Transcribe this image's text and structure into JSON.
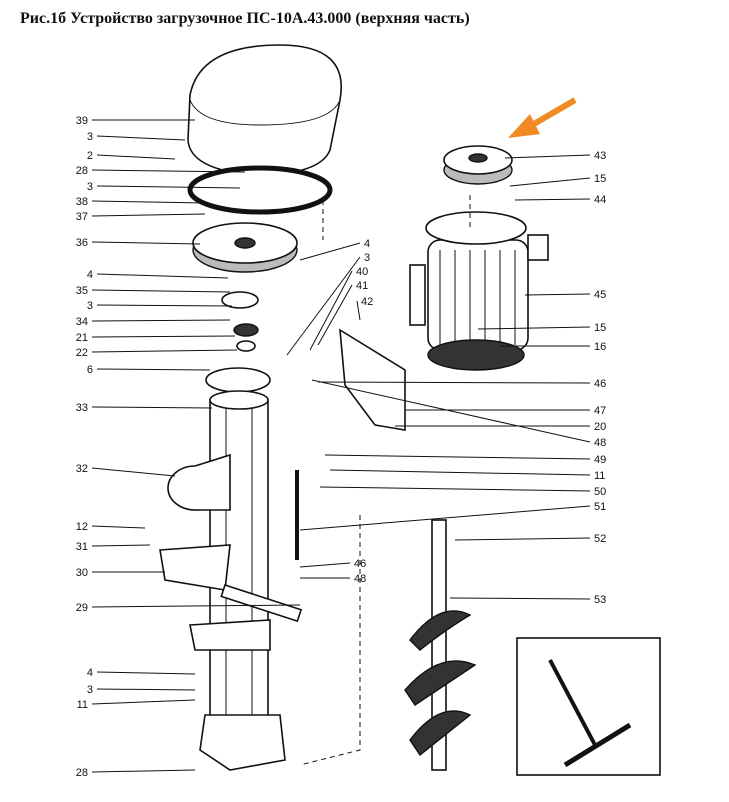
{
  "title": "Рис.1б Устройство загрузочное ПС-10А.43.000 (верхняя часть)",
  "callouts": [
    "39",
    "3",
    "2",
    "28",
    "3",
    "38",
    "37",
    "36",
    "4",
    "35",
    "3",
    "34",
    "21",
    "22",
    "6",
    "33",
    "32",
    "12",
    "31",
    "30",
    "29",
    "4",
    "3",
    "11",
    "28",
    "4",
    "3",
    "40",
    "41",
    "42",
    "43",
    "15",
    "44",
    "45",
    "15",
    "16",
    "46",
    "47",
    "20",
    "48",
    "49",
    "11",
    "50",
    "51",
    "52",
    "53",
    "46",
    "48"
  ],
  "colors": {
    "arrow": "#f08a24",
    "ink": "#111111"
  }
}
